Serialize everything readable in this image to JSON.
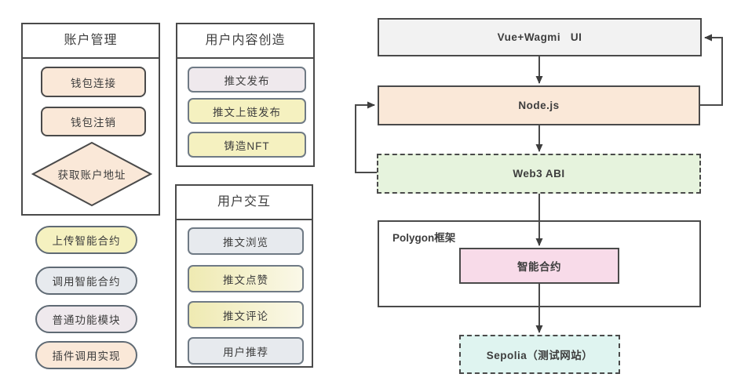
{
  "colors": {
    "peach": "#fae8d8",
    "yellow": "#f5f1c0",
    "yellow_gradient_start": "#efeab2",
    "yellow_gradient_end": "#faf8e8",
    "gray_blue": "#e7eaee",
    "lavender": "#efe9ed",
    "ui_gray": "#f2f2f2",
    "web3_green": "#e6f3dd",
    "contract_pink": "#f8dbe9",
    "sepolia_cyan": "#dff4f0",
    "border_dark": "#4a4a4a",
    "border_gray": "#6f7a85",
    "text": "#3d3d3d"
  },
  "account_panel": {
    "title": "账户管理",
    "items": [
      {
        "label": "钱包连接"
      },
      {
        "label": "钱包注销"
      }
    ],
    "diamond_label": "获取账户地址"
  },
  "feature_pills": [
    {
      "label": "上传智能合约"
    },
    {
      "label": "调用智能合约"
    },
    {
      "label": "普通功能模块"
    },
    {
      "label": "插件调用实现"
    }
  ],
  "content_panel": {
    "title": "用户内容创造",
    "items": [
      {
        "label": "推文发布"
      },
      {
        "label": "推文上链发布"
      },
      {
        "label": "铸造NFT"
      }
    ]
  },
  "interaction_panel": {
    "title": "用户交互",
    "items": [
      {
        "label": "推文浏览"
      },
      {
        "label": "推文点赞"
      },
      {
        "label": "推文评论"
      },
      {
        "label": "用户推荐"
      }
    ]
  },
  "flowchart": {
    "ui_box": "Vue+Wagmi   UI",
    "node_box": "Node.js",
    "web3_box": "Web3 ABI",
    "polygon_label": "Polygon框架",
    "contract_box": "智能合约",
    "sepolia_box": "Sepolia（测试网站）"
  }
}
